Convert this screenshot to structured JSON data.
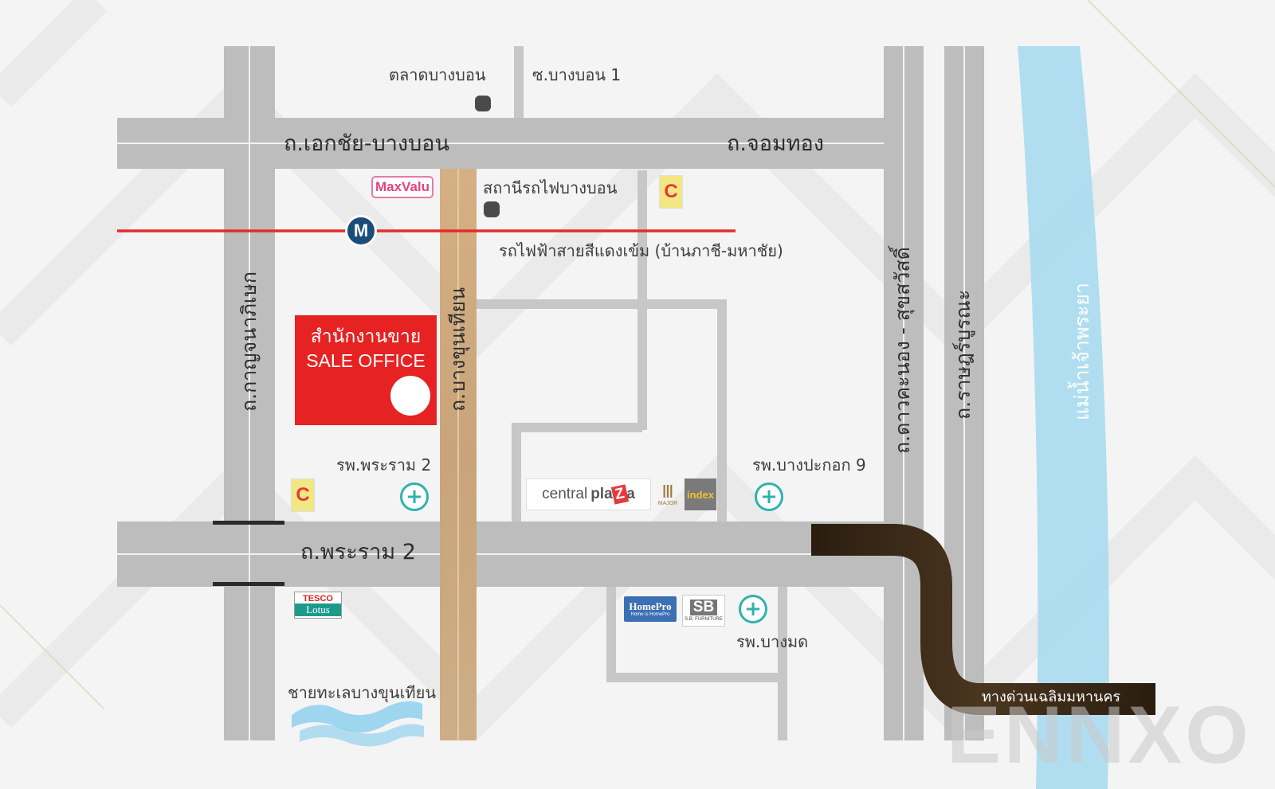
{
  "roads": {
    "ekkachai_bangbon": "ถ.เอกชัย-บางบอน",
    "chomthong": "ถ.จอมทอง",
    "rama2": "ถ.พระราม 2",
    "kanchanaphisek": "ถ.กาญจนาภิเษก",
    "bangkhunthian": "ถ.บางขุนเทียน",
    "daokhanong_suksawat": "ถ.ดาวคะนอง - สุขสวัสดิ์",
    "ratchaburana": "ถ.ราษฎร์บูรณะ",
    "soi_bangbon1": "ซ.บางบอน 1",
    "expressway": "ทางด่วนเฉลิมมหานคร"
  },
  "river": {
    "label": "แม่น้ำเจ้าพระยา",
    "color": "#a9dcef"
  },
  "rail": {
    "label": "รถไฟฟ้าสายสีแดงเข้ม (บ้านภาชี-มหาชัย)",
    "color": "#e52a2a",
    "station": "สถานีรถไฟบางบอน",
    "metro_icon": "M"
  },
  "places": {
    "bangbon_market": "ตลาดบางบอน",
    "rama2_hospital": "รพ.พระราม 2",
    "bangpakok9_hospital": "รพ.บางปะกอก 9",
    "bangmod_hospital": "รพ.บางมด",
    "bangkhunthian_beach": "ชายทะเลบางขุนเทียน"
  },
  "sale_office": {
    "th": "สำนักงานขาย",
    "en": "SALE OFFICE",
    "color": "#e62223"
  },
  "logos": {
    "maxvalu": "MaxValu",
    "bigc": "C",
    "central_1": "central",
    "central_2": "pla",
    "central_3": "Z",
    "central_4": "a",
    "major": "MAJOR",
    "index": "index",
    "tesco": "TESCO",
    "lotus": "Lotus",
    "homepro": "HomePro",
    "homepro_sub": "Home is HomePro",
    "sb": "SB",
    "sb_sub": "S.B. FURNITURE",
    "hospital_cross": "+"
  },
  "watermark": "ENNXO",
  "colors": {
    "road": "#bdbdbd",
    "local_road": "#c7c7c7",
    "bangkhunthian_road": "#c9a47a",
    "expressway": "#3b2c1c"
  }
}
